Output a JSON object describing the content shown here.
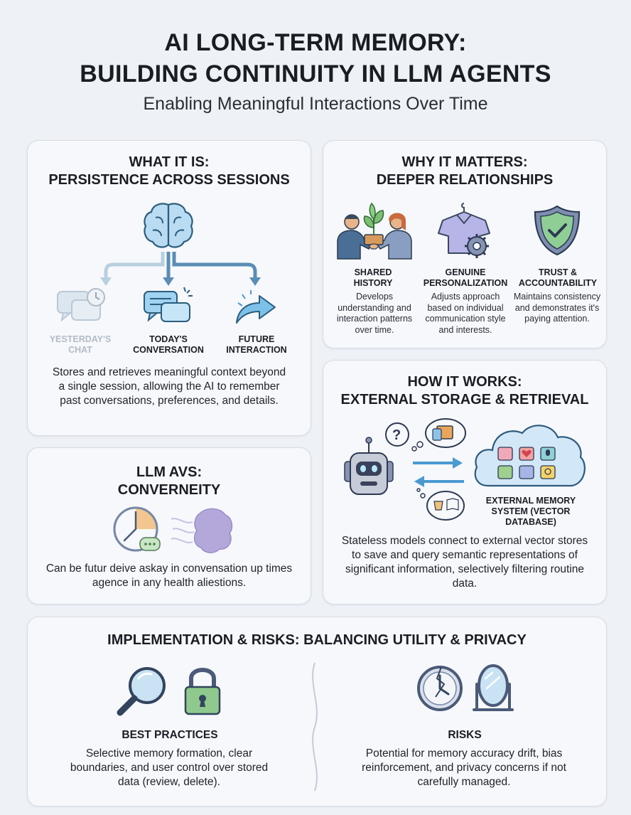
{
  "header": {
    "title_line1": "AI LONG-TERM MEMORY:",
    "title_line2": "BUILDING CONTINUITY IN LLM AGENTS",
    "subtitle": "Enabling Meaningful Interactions Over Time"
  },
  "what": {
    "title_line1": "WHAT IT IS:",
    "title_line2": "PERSISTENCE ACROSS SESSIONS",
    "yesterday_line1": "YESTERDAY'S",
    "yesterday_line2": "CHAT",
    "today_line1": "TODAY'S",
    "today_line2": "CONVERSATION",
    "future_line1": "FUTURE",
    "future_line2": "INTERACTION",
    "description": "Stores and retrieves meaningful context beyond a single session, allowing the AI to remember past conversations, preferences, and details."
  },
  "why": {
    "title_line1": "WHY IT MATTERS:",
    "title_line2": "DEEPER RELATIONSHIPS",
    "items": [
      {
        "h1": "SHARED",
        "h2": "HISTORY",
        "text": "Develops understanding and interaction patterns over time."
      },
      {
        "h1": "GENUINE",
        "h2": "PERSONALIZATION",
        "text": "Adjusts approach based on individual communication style and interests."
      },
      {
        "h1": "TRUST &",
        "h2": "ACCOUNTABILITY",
        "text": "Maintains consistency and demonstrates it's paying attention."
      }
    ]
  },
  "how": {
    "title_line1": "HOW IT WORKS:",
    "title_line2": "EXTERNAL STORAGE & RETRIEVAL",
    "cloud_line1": "EXTERNAL MEMORY",
    "cloud_line2": "SYSTEM (VECTOR",
    "cloud_line3": "DATABASE)",
    "description": "Stateless models connect to external vector stores to save and query semantic representations of significant information, selectively filtering routine data."
  },
  "llm": {
    "title_line1": "LLM AVS:",
    "title_line2": "CONVERNEITY",
    "description": "Can be futur deive askay in convensation up times agence in any health aliestions."
  },
  "impl": {
    "title": "IMPLEMENTATION & RISKS: BALANCING UTILITY & PRIVACY",
    "best_title": "BEST PRACTICES",
    "best_text": "Selective memory formation, clear boundaries, and user control over stored data (review, delete).",
    "risks_title": "RISKS",
    "risks_text": "Potential for memory accuracy drift, bias reinforcement, and privacy concerns if not carefully managed."
  },
  "colors": {
    "accent_blue": "#8fc3e6",
    "accent_green": "#8bc48e",
    "accent_purple": "#a99bd6",
    "accent_orange": "#f0b06a"
  }
}
